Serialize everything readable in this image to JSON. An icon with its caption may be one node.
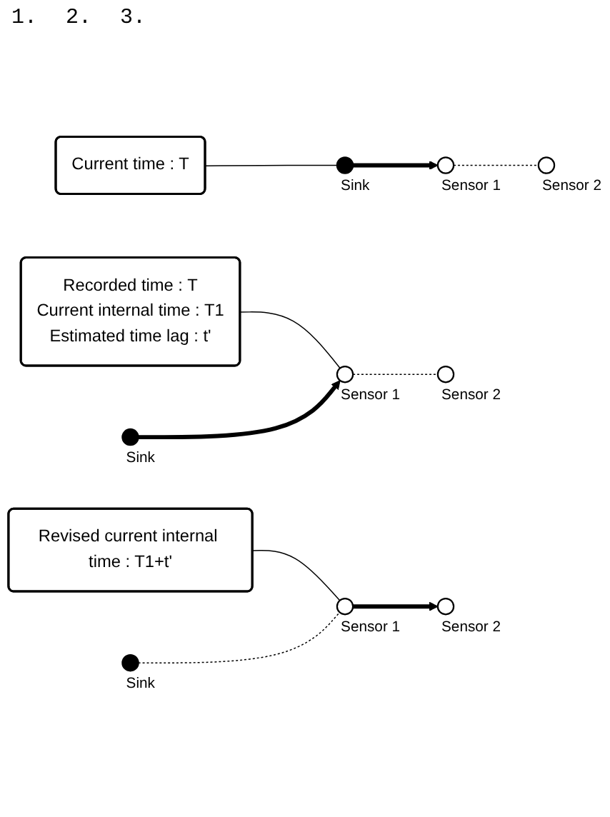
{
  "diagram": {
    "nodes": [
      {
        "text": [
          "Current time : T"
        ]
      },
      {
        "text": [],
        "shape": "circle",
        "beside": [
          "Sink"
        ]
      },
      {
        "text": [],
        "shape": "circle",
        "beside": [
          "Sensor 1"
        ]
      },
      {
        "text": [],
        "shape": "circle",
        "beside": [
          "Sensor 2"
        ]
      },
      {
        "text": [
          "Recorded time : T",
          "Current internal time : T1",
          "Estimated time lag : t'"
        ]
      },
      {
        "text": [],
        "shape": "circle",
        "beside": [
          "Sink"
        ]
      },
      {
        "text": [],
        "shape": "circle",
        "beside": [
          "Sensor 1"
        ]
      },
      {
        "text": [],
        "shape": "circle",
        "beside": [
          "Sensor 2"
        ]
      },
      {
        "text": [
          "Revised current internal time : T1+t'"
        ]
      },
      {
        "text": [],
        "shape": "circle",
        "beside": [
          "Sink"
        ]
      },
      {
        "text": [],
        "shape": "circle",
        "beside": [
          "Sensor 1"
        ]
      },
      {
        "text": [],
        "shape": "circle",
        "beside": [
          "Sensor 2"
        ]
      }
    ],
    "edges": [
      {
        "from": 0,
        "to": 1,
        "arrow": "none"
      },
      {
        "from": 1,
        "to": 2,
        "arrow": "to",
        "style": "thick"
      },
      {
        "from": 2,
        "to": 3,
        "arrow": "none",
        "style": "dashed"
      },
      {
        "from": 4,
        "to": 6,
        "arrow": "none"
      },
      {
        "from": 5,
        "to": 6,
        "arrow": "to",
        "style": "thick"
      },
      {
        "from": 6,
        "to": 7,
        "arrow": "none",
        "style": "dashed"
      },
      {
        "from": 8,
        "to": 10,
        "arrow": "none"
      },
      {
        "from": 9,
        "to": 10,
        "arrow": "none",
        "style": "dashed"
      },
      {
        "from": 10,
        "to": 11,
        "arrow": "to",
        "style": "thick"
      }
    ],
    "labels": [
      "1.",
      "2.",
      "3."
    ]
  }
}
